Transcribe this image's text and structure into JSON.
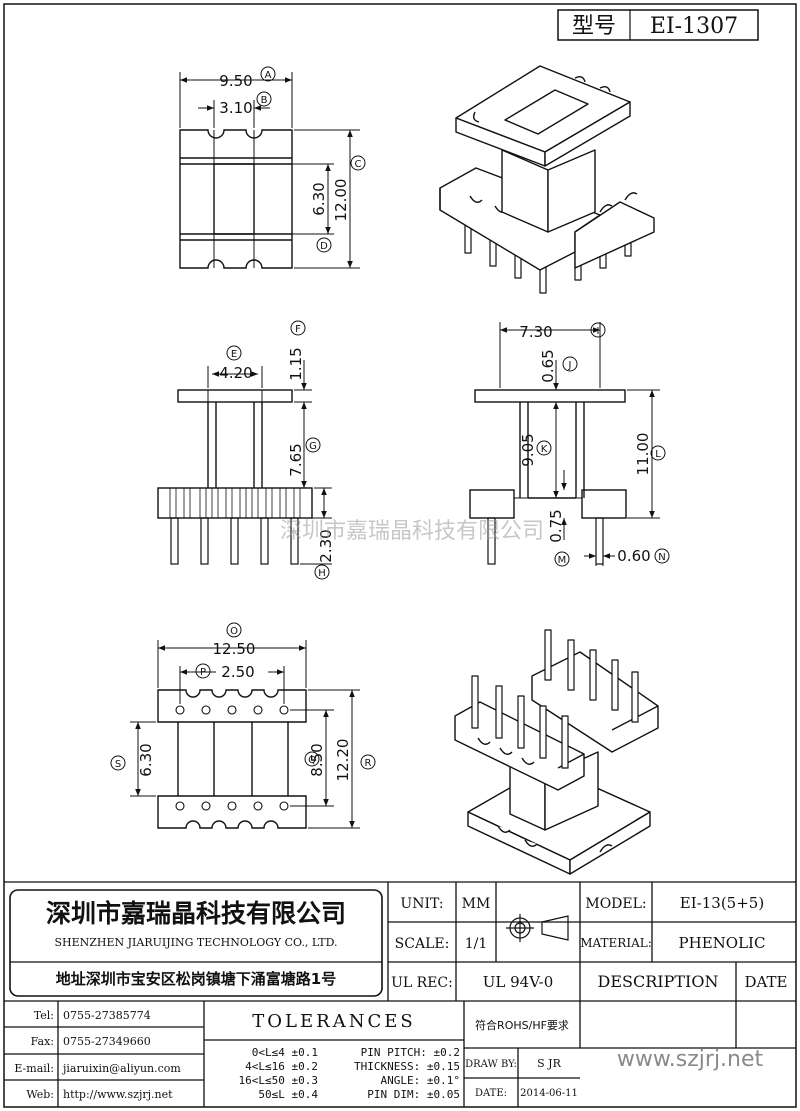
{
  "header": {
    "model_label": "型号",
    "model_code": "EI-1307"
  },
  "views": {
    "top": {
      "width": "9.50",
      "width_id": "A",
      "slot": "3.10",
      "slot_id": "B",
      "height": "12.00",
      "height_id": "C",
      "window": "6.30",
      "window_id": "D"
    },
    "front": {
      "gap": "4.20",
      "gap_id": "E",
      "flange": "1.15",
      "flange_id": "F",
      "body": "7.65",
      "body_id": "G",
      "pin": "2.30",
      "pin_id": "H"
    },
    "side": {
      "width": "7.30",
      "width_id": "I",
      "top": "0.65",
      "top_id": "J",
      "inner": "9.05",
      "inner_id": "K",
      "height": "11.00",
      "height_id": "L",
      "base": "0.75",
      "base_id": "M",
      "pin_dia": "0.60",
      "pin_dia_id": "N"
    },
    "bottom": {
      "width": "12.50",
      "width_id": "O",
      "pitch": "2.50",
      "pitch_id": "P",
      "inner": "8.50",
      "inner_id": "Q",
      "height": "12.20",
      "height_id": "R",
      "win": "6.30",
      "win_id": "S"
    }
  },
  "watermark": "深圳市嘉瑞晶科技有限公司",
  "company": {
    "name_cn": "深圳市嘉瑞晶科技有限公司",
    "name_en": "SHENZHEN JIARUIJING TECHNOLOGY CO., LTD.",
    "address": "地址深圳市宝安区松岗镇塘下涌富塘路1号"
  },
  "titleblock": {
    "unit_label": "UNIT:",
    "unit_value": "MM",
    "scale_label": "SCALE:",
    "scale_value": "1/1",
    "model_label": "MODEL:",
    "model_value": "EI-13(5+5)",
    "material_label": "MATERIAL:",
    "material_value": "PHENOLIC",
    "ul_label": "UL REC:",
    "ul_value": "UL 94V-0",
    "description_label": "DESCRIPTION",
    "date_label": "DATE",
    "tolerances_label": "TOLERANCES",
    "rohs": "符合ROHS/HF要求",
    "draw_by_label": "DRAW BY:",
    "draw_by_value": "S JR",
    "date_row_label": "DATE:",
    "date_row_value": "2014-06-11",
    "website_big": "www.szjrj.net"
  },
  "contact": {
    "tel_label": "Tel:",
    "tel": "0755-27385774",
    "fax_label": "Fax:",
    "fax": "0755-27349660",
    "email_label": "E-mail:",
    "email": "jiaruixin@aliyun.com",
    "web_label": "Web:",
    "web": "http://www.szjrj.net"
  },
  "tolerances": {
    "t1": "0<L≤4  ±0.1",
    "t2": "4<L≤16  ±0.2",
    "t3": "16<L≤50  ±0.3",
    "t4": "50≤L  ±0.4",
    "p1": "PIN PITCH: ±0.2",
    "p2": "THICKNESS: ±0.15",
    "p3": "ANGLE: ±0.1°",
    "p4": "PIN DIM: ±0.05"
  }
}
